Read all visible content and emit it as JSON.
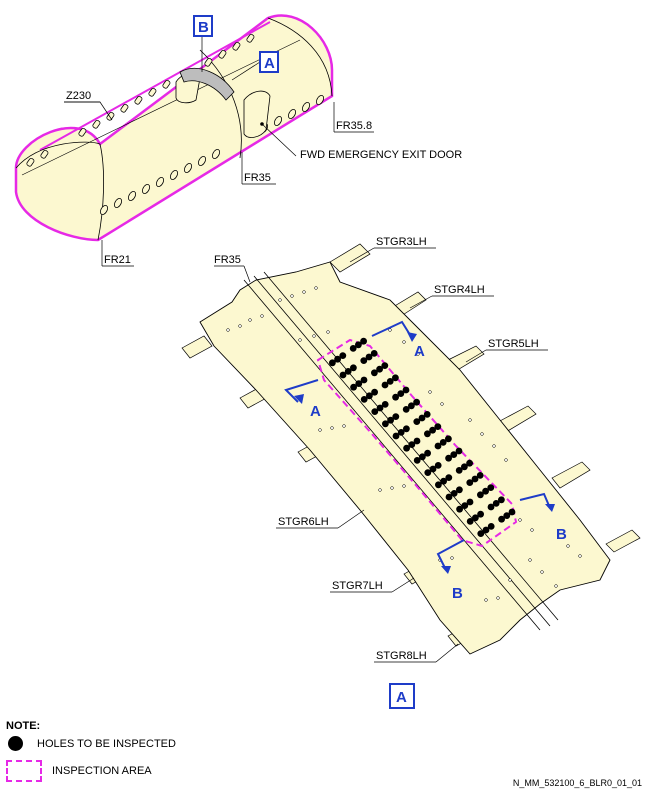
{
  "labels": {
    "z230": "Z230",
    "fr21": "FR21",
    "fr35_top": "FR35",
    "fr35_8": "FR35.8",
    "fwd_door": "FWD EMERGENCY EXIT DOOR",
    "fr35_detail": "FR35",
    "stgr3": "STGR3LH",
    "stgr4": "STGR4LH",
    "stgr5": "STGR5LH",
    "stgr6": "STGR6LH",
    "stgr7": "STGR7LH",
    "stgr8": "STGR8LH"
  },
  "callouts": {
    "b": "B",
    "a": "A",
    "detail_a": "A"
  },
  "views": {
    "a1": "A",
    "a2": "A",
    "b1": "B",
    "b2": "B"
  },
  "note": {
    "title": "NOTE:",
    "holes": "HOLES TO BE INSPECTED",
    "area": "INSPECTION AREA"
  },
  "reference": "N_MM_532100_6_BLR0_01_01",
  "colors": {
    "skin": "#fcf8d0",
    "outline": "#000000",
    "inspection": "#e629e6",
    "callout": "#1e3cc8",
    "strip": "#bdbdbd"
  }
}
